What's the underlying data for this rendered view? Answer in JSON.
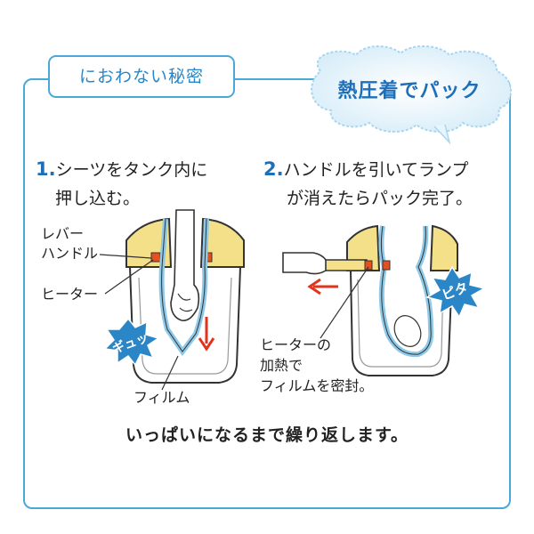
{
  "header": {
    "tab_label": "におわない秘密",
    "cloud_label": "熱圧着でパック"
  },
  "step1": {
    "number": "1.",
    "line1": "シーツをタンク内に",
    "line2": "押し込む。",
    "labels": {
      "lever_line1": "レバー",
      "lever_line2": "ハンドル",
      "heater": "ヒーター",
      "film": "フィルム",
      "burst": "ギュッ"
    }
  },
  "step2": {
    "number": "2.",
    "line1": "ハンドルを引いてランプ",
    "line2": "が消えたらパック完了。",
    "labels": {
      "heater_line1": "ヒーターの",
      "heater_line2": "加熱で",
      "heater_line3": "フィルムを密封。",
      "burst": "ピタ"
    }
  },
  "footer": {
    "text": "いっぱいになるまで繰り返します。"
  },
  "colors": {
    "frame": "#4aa8d8",
    "accent_blue": "#1f6fb8",
    "yellow": "#f5e08a",
    "orange": "#e5501f",
    "film_blue": "#8ec9e8",
    "arrow_red": "#e0341f"
  }
}
